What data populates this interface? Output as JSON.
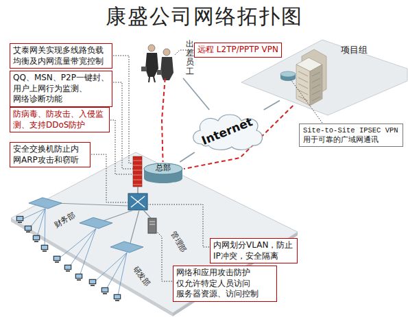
{
  "diagram": {
    "title": "康盛公司网络拓扑图",
    "nodes": [
      {
        "text": [
          "艾泰网关实现多线路负载 均衡及内网流量带宽控制"
        ]
      },
      {
        "text": [
          "QQ、MSN、P2P一键封、 用户上网行为监测、 网络诊断功能"
        ]
      },
      {
        "text": [
          "防病毒、防攻击、入侵监 测、支持DDoS防护"
        ]
      },
      {
        "text": [
          "安全交换机防止内 网ARP攻击和窃听"
        ]
      },
      {
        "text": [
          "远程 L2TP/PPTP VPN"
        ]
      },
      {
        "text": [
          "出差员工"
        ]
      },
      {
        "text": [
          "项目组"
        ]
      },
      {
        "text": [
          "Internet"
        ]
      },
      {
        "text": [
          "总部"
        ]
      },
      {
        "text": [
          "Site-to-Site IPSEC VPN 用于可靠的广域网通讯"
        ]
      },
      {
        "text": [
          "内网划分VLAN，防止 IP冲突，安全隔离"
        ]
      },
      {
        "text": [
          "网络和应用攻击防护 仅允许特定人员访问 服务器资源、访问控制"
        ]
      }
    ],
    "edges": [
      {
        "from": 5,
        "to": 8,
        "arrow": "none"
      },
      {
        "from": 6,
        "to": 8,
        "arrow": "none"
      },
      {
        "from": 5,
        "to": 7,
        "arrow": "none"
      },
      {
        "from": 6,
        "to": 7,
        "arrow": "none"
      },
      {
        "from": 7,
        "to": 8,
        "arrow": "none"
      }
    ],
    "labels": [
      "财务部",
      "管理部",
      "研发部"
    ]
  }
}
